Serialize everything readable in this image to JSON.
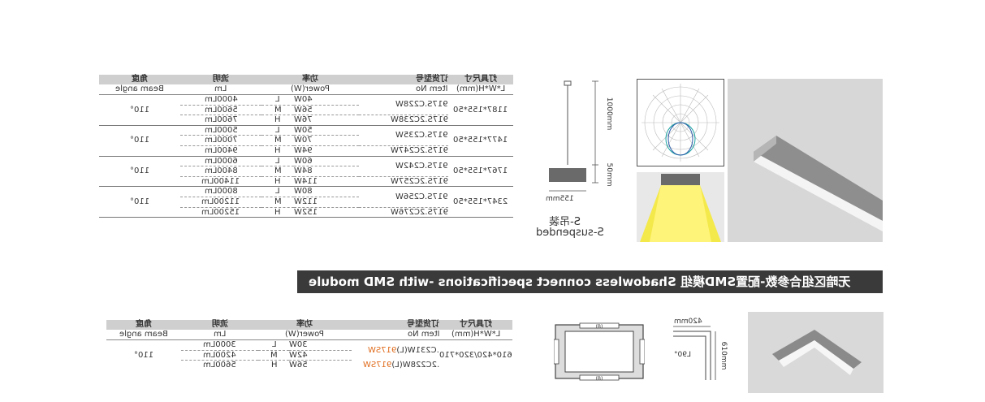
{
  "table1": {
    "headers_cn": [
      "角度",
      "流明",
      "功率",
      "订货型号",
      "灯具尺寸"
    ],
    "headers_en": [
      "Beam angle",
      "Lm",
      "Power(W)",
      "Item No",
      "L*W*H(mm)"
    ],
    "groups": [
      {
        "angle": "110°",
        "size": "1187*155*50",
        "rows": [
          {
            "lm": "4000Lm",
            "lvl": "L",
            "w": "40W",
            "item": "917S.C228W"
          },
          {
            "lm": "5600Lm",
            "lvl": "M",
            "w": "56W",
            "item": ""
          },
          {
            "lm": "7600Lm",
            "lvl": "H",
            "w": "76W",
            "item": "917S.2C238W"
          }
        ]
      },
      {
        "angle": "110°",
        "size": "1477*155*50",
        "rows": [
          {
            "lm": "5000Lm",
            "lvl": "L",
            "w": "50W",
            "item": "917S.C235W"
          },
          {
            "lm": "7000Lm",
            "lvl": "M",
            "w": "70W",
            "item": ""
          },
          {
            "lm": "9400Lm",
            "lvl": "H",
            "w": "94W",
            "item": "917S.2C247W"
          }
        ]
      },
      {
        "angle": "110°",
        "size": "1767*155*50",
        "rows": [
          {
            "lm": "6000Lm",
            "lvl": "L",
            "w": "60W",
            "item": "917S.C242W"
          },
          {
            "lm": "8400Lm",
            "lvl": "M",
            "w": "84W",
            "item": ""
          },
          {
            "lm": "11400Lm",
            "lvl": "H",
            "w": "114W",
            "item": "917S.2C257W"
          }
        ]
      },
      {
        "angle": "110°",
        "size": "2347*155*50",
        "rows": [
          {
            "lm": "8000Lm",
            "lvl": "L",
            "w": "80W",
            "item": "917S.C256W"
          },
          {
            "lm": "11200Lm",
            "lvl": "M",
            "w": "112W",
            "item": ""
          },
          {
            "lm": "15200Lm",
            "lvl": "H",
            "w": "152W",
            "item": "917S.2C276W"
          }
        ]
      }
    ]
  },
  "diagram1": {
    "height_label": "1000mm",
    "depth_label": "50mm",
    "width_label": "155mm",
    "mount_cn": "S-吊装",
    "mount_en": "S-suspended"
  },
  "banner": "无暗区组合参数-配置SMD模组 Shadowless connect specifications -with SMD module",
  "table2": {
    "headers_cn": [
      "角度",
      "流明",
      "功率",
      "订货型号",
      "灯具尺寸"
    ],
    "headers_en": [
      "Beam angle",
      "Lm",
      "Power(W)",
      "Item No",
      "L*W*H(mm)"
    ],
    "angle": "110°",
    "size": "610*420/320*710",
    "rows": [
      {
        "lm": "3000Lm",
        "lvl": "L",
        "w": "30W",
        "item_pre": "917SW",
        "item_post": ".C231W(L)"
      },
      {
        "lm": "4200Lm",
        "lvl": "M",
        "w": "42W",
        "item_pre": "",
        "item_post": ""
      },
      {
        "lm": "5600Lm",
        "lvl": "H",
        "w": "56W",
        "item_pre": "917SW",
        "item_post": ".2C228W(L)"
      }
    ]
  },
  "diagram2": {
    "b_label": "(B)",
    "width_label": "420mm",
    "angle_label": "L90°",
    "height_label": "610mm"
  },
  "colors": {
    "header_bg": "#cfcfcf",
    "banner_bg": "#3a3a3a",
    "accent": "#e06a1a",
    "photo_bg": "#d7d7d7"
  }
}
